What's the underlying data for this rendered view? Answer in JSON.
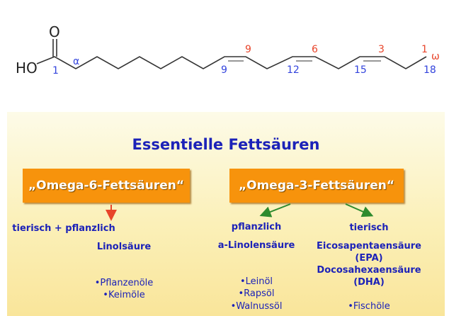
{
  "molecule": {
    "hydroxyl": "HO",
    "oxygen": "O",
    "carbon_numbers": [
      "1",
      "9",
      "12",
      "15",
      "18"
    ],
    "alpha": "α",
    "omega_numbers": [
      "9",
      "6",
      "3",
      "1"
    ],
    "omega": "ω",
    "colors": {
      "carbon": "#3344dd",
      "omega": "#e8442a",
      "bond": "#333333"
    }
  },
  "panel": {
    "title": "Essentielle Fettsäuren",
    "omega6": {
      "label": "„Omega-6-Fettsäuren“",
      "source": "tierisch +  pflanzlich",
      "acid": "Linolsäure",
      "foods": [
        "•Pflanzenöle",
        "•Keimöle"
      ]
    },
    "omega3": {
      "label": "„Omega-3-Fettsäuren“",
      "plant": {
        "source": "pflanzlich",
        "acid": "a-Linolensäure",
        "foods": [
          "•Leinöl",
          "•Rapsöl",
          "•Walnussöl"
        ]
      },
      "animal": {
        "source": "tierisch",
        "acids": [
          "Eicosapentaensäure",
          "(EPA)",
          "Docosahexaensäure",
          "(DHA)"
        ],
        "foods": [
          "•Fischöle"
        ]
      }
    },
    "colors": {
      "text": "#1c22b8",
      "box": "#f7930c",
      "arrow_red": "#e8442a",
      "arrow_green": "#2e8b2e"
    }
  }
}
